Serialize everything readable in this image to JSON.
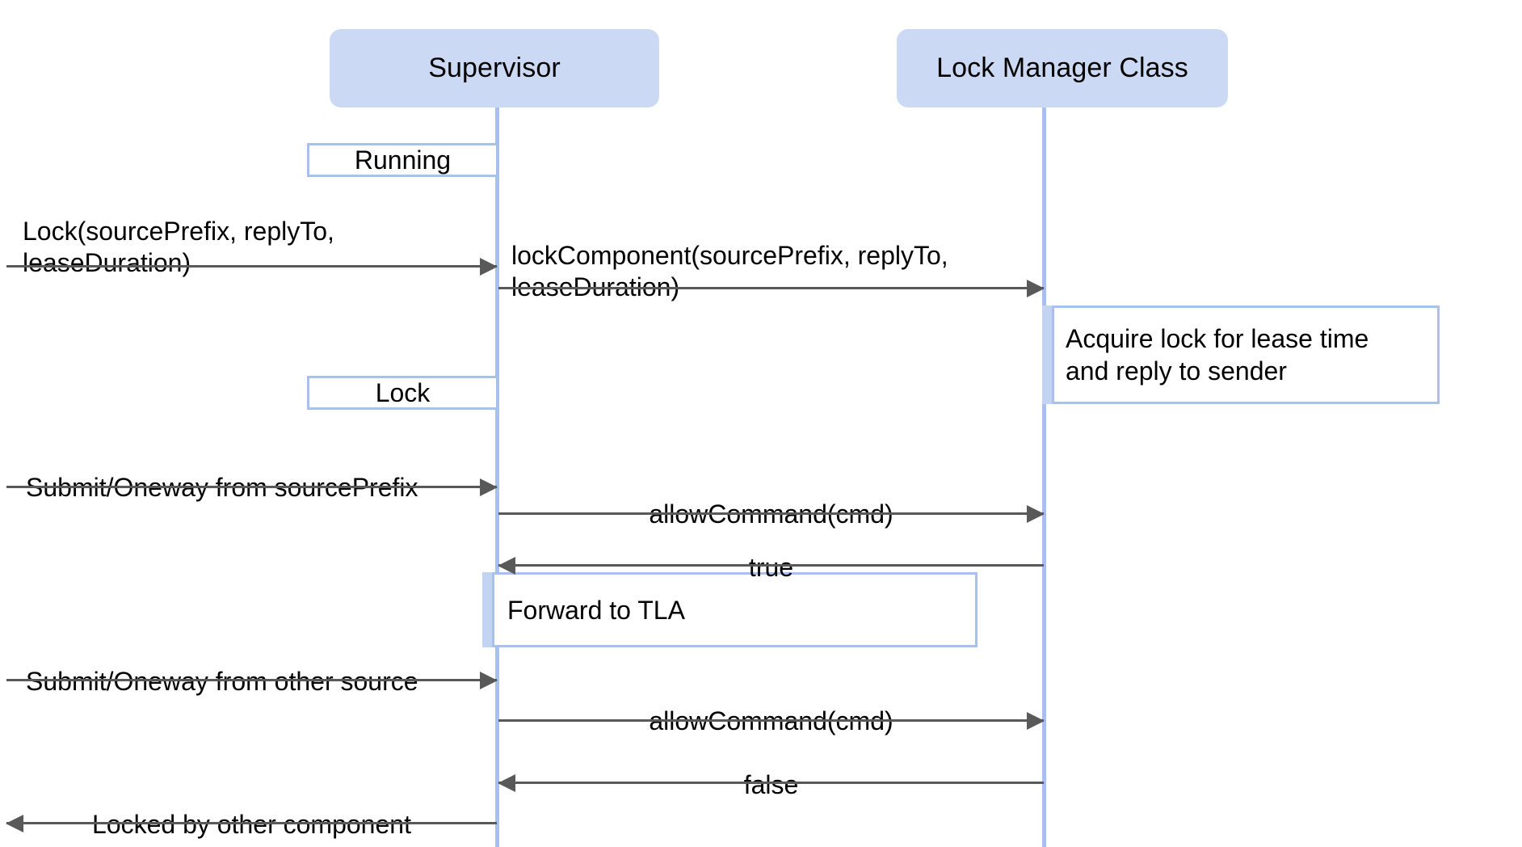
{
  "diagram": {
    "title": "Lock Manager sequence diagram",
    "type": "sequence",
    "background": "#ffffff",
    "colors": {
      "participant_fill": "#ccd9f4",
      "lifeline": "#a8c0ec",
      "activation_fill": "#c3d3f2",
      "note_border": "#a8c0ec",
      "note_fill": "#ffffff",
      "arrow": "#595959",
      "text": "#000000"
    }
  },
  "participants": [
    {
      "id": "supervisor",
      "label": "Supervisor"
    },
    {
      "id": "lockmanager",
      "label": "Lock Manager Class"
    }
  ],
  "state_labels": [
    {
      "id": "running",
      "label": "Running"
    },
    {
      "id": "lock",
      "label": "Lock"
    }
  ],
  "notes": [
    {
      "id": "acquire-lock-note",
      "text": "Acquire lock for lease time\n and reply to sender",
      "owner": "lockmanager"
    },
    {
      "id": "forward-to-tla-note",
      "text": "Forward to TLA",
      "owner": "supervisor"
    }
  ],
  "messages": [
    {
      "id": "m1",
      "label": "Lock(sourcePrefix, replyTo,\nleaseDuration)",
      "from": "external",
      "to": "supervisor",
      "direction": "right"
    },
    {
      "id": "m2",
      "label": "lockComponent(sourcePrefix, replyTo,\nleaseDuration)",
      "from": "supervisor",
      "to": "lockmanager",
      "direction": "right"
    },
    {
      "id": "m3",
      "label": "Submit/Oneway from sourcePrefix",
      "from": "external",
      "to": "supervisor",
      "direction": "right"
    },
    {
      "id": "m4",
      "label": "allowCommand(cmd)",
      "from": "supervisor",
      "to": "lockmanager",
      "direction": "right"
    },
    {
      "id": "m5",
      "label": "true",
      "from": "lockmanager",
      "to": "supervisor",
      "direction": "left"
    },
    {
      "id": "m6",
      "label": "Submit/Oneway from other source",
      "from": "external",
      "to": "supervisor",
      "direction": "right"
    },
    {
      "id": "m7",
      "label": "allowCommand(cmd)",
      "from": "supervisor",
      "to": "lockmanager",
      "direction": "right"
    },
    {
      "id": "m8",
      "label": "false",
      "from": "lockmanager",
      "to": "supervisor",
      "direction": "left"
    },
    {
      "id": "m9",
      "label": "Locked by other component",
      "from": "supervisor",
      "to": "external",
      "direction": "left"
    }
  ]
}
